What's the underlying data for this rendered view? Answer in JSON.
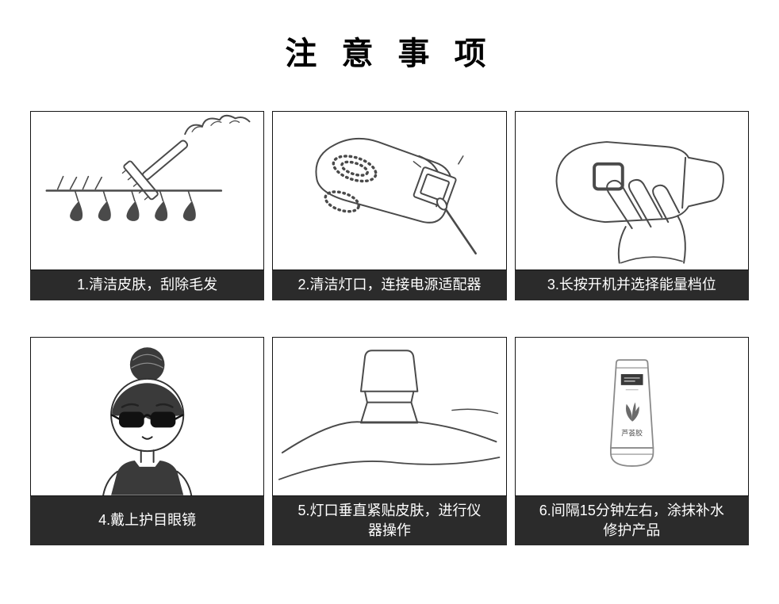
{
  "page": {
    "title": "注 意 事 项"
  },
  "colors": {
    "page_bg": "#ffffff",
    "caption_bg": "#2b2b2b",
    "caption_text": "#ffffff",
    "panel_border": "#141414",
    "ink": "#4a4a4a",
    "title_color": "#000000"
  },
  "steps": [
    {
      "caption": "1.清洁皮肤，刮除毛发",
      "illustration": "razor-shaving-skin"
    },
    {
      "caption": "2.清洁灯口，连接电源适配器",
      "illustration": "cleaning-lamp-window-with-swab"
    },
    {
      "caption": "3.长按开机并选择能量档位",
      "illustration": "hand-pressing-power-button"
    },
    {
      "caption": "4.戴上护目眼镜",
      "illustration": "girl-wearing-protective-goggles"
    },
    {
      "caption": "5.灯口垂直紧贴皮肤，进行仪器操作",
      "illustration": "device-lamp-flat-on-skin"
    },
    {
      "caption": "6.间隔15分钟左右，涂抹补水修护产品",
      "illustration": "aloe-gel-tube"
    }
  ],
  "product": {
    "tube_label": "芦荟胶"
  }
}
